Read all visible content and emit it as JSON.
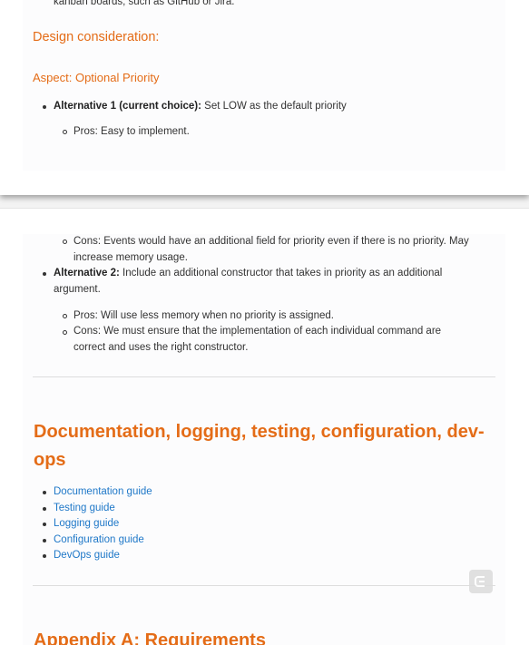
{
  "top": {
    "intro_line": "kanban boards, such as GitHub or Jira.",
    "design_heading": "Design consideration:",
    "aspect_heading": "Aspect: Optional Priority",
    "alt1_label": "Alternative 1 (current choice):",
    "alt1_text": " Set LOW as the default priority",
    "alt1_pros": "Pros: Easy to implement."
  },
  "bottom": {
    "alt1_cons_line1": "Cons: Events would have an additional field for priority even if there is no priority. May",
    "alt1_cons_line2": "increase memory usage.",
    "alt2_label": "Alternative 2:",
    "alt2_text_line1": " Include an additional constructor that takes in priority as an additional",
    "alt2_text_line2": "argument.",
    "alt2_pros": "Pros: Will use less memory when no priority is assigned.",
    "alt2_cons_line1": "Cons: We must ensure that the implementation of each individual command are",
    "alt2_cons_line2": "correct and uses the right constructor.",
    "doc_heading_line1": "Documentation, logging, testing, configuration, dev-",
    "doc_heading_line2": "ops",
    "links": [
      "Documentation guide",
      "Testing guide",
      "Logging guide",
      "Configuration guide",
      "DevOps guide"
    ],
    "appendix_heading": "Appendix A: Requirements"
  },
  "colors": {
    "accent": "#e46c17",
    "link": "#1f78c8",
    "text": "#333333"
  },
  "icons": {
    "floating_button": "scroll-helper-icon"
  }
}
